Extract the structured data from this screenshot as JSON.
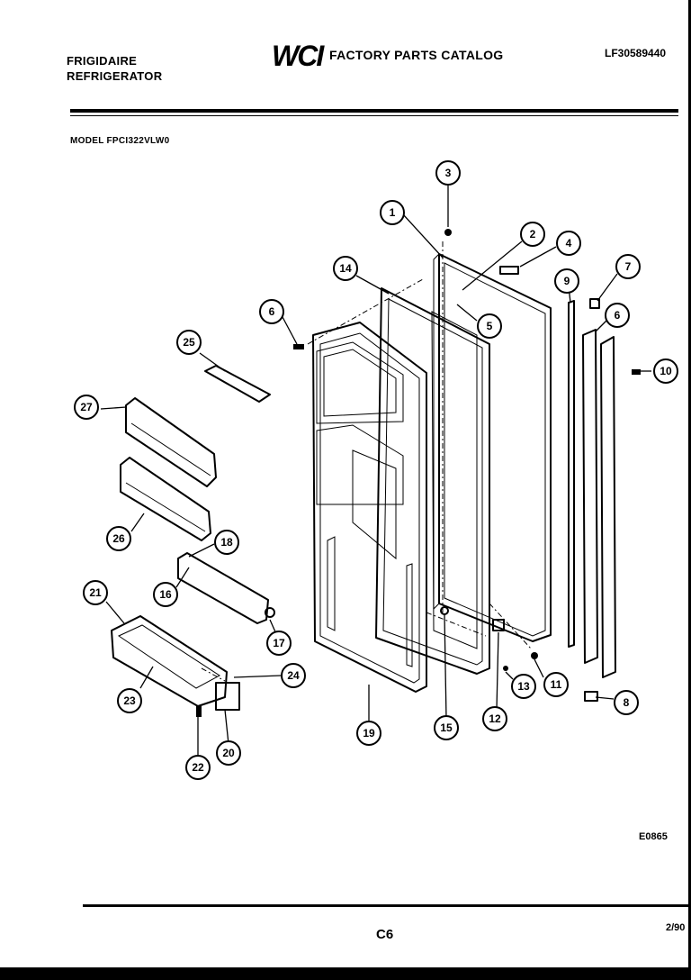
{
  "header": {
    "brand_line1": "FRIGIDAIRE",
    "brand_line2": "REFRIGERATOR",
    "logo_text": "WCI",
    "catalog_title": "FACTORY PARTS CATALOG",
    "part_number": "LF30589440"
  },
  "model_label": "MODEL FPCI322VLW0",
  "diagram": {
    "callouts": [
      "1",
      "2",
      "3",
      "4",
      "5",
      "6",
      "6",
      "7",
      "8",
      "9",
      "10",
      "11",
      "12",
      "13",
      "14",
      "15",
      "16",
      "17",
      "18",
      "19",
      "20",
      "21",
      "22",
      "23",
      "24",
      "25",
      "26",
      "27"
    ]
  },
  "footer": {
    "drawing_code": "E0865",
    "page_number": "C6",
    "date": "2/90"
  }
}
